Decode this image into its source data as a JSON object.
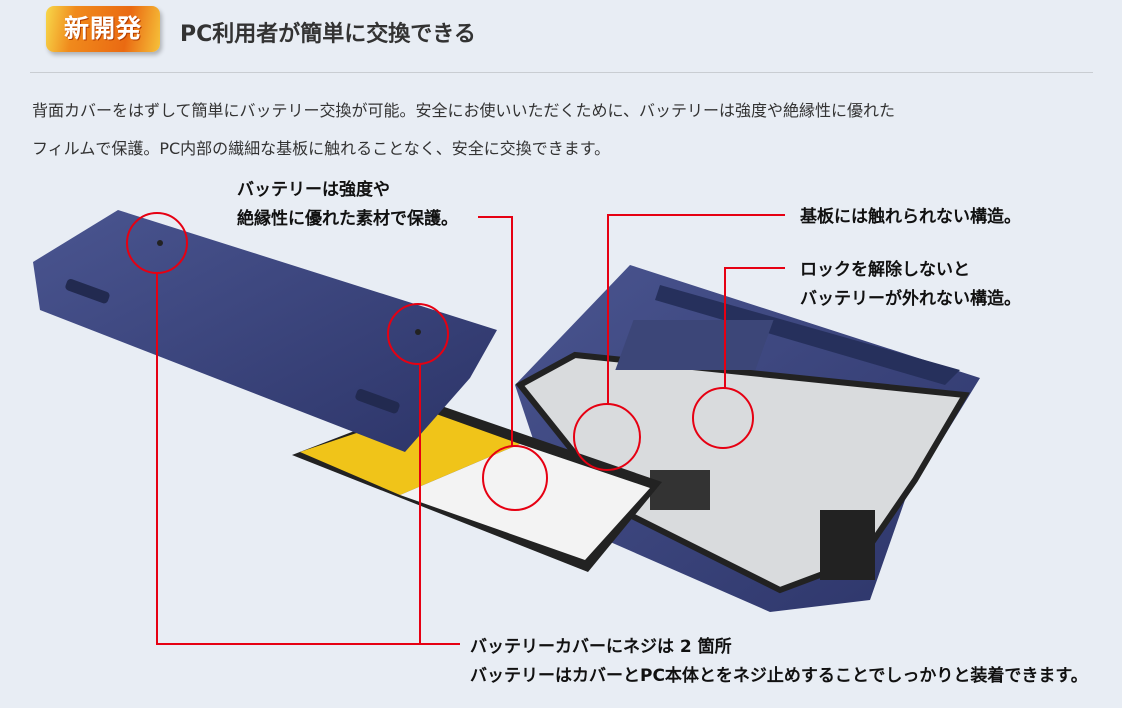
{
  "header": {
    "badge": "新開発",
    "title": "PC利用者が簡単に交換できる"
  },
  "description": [
    "背面カバーをはずして簡単にバッテリー交換が可能。安全にお使いいただくために、バッテリーは強度や絶縁性に優れた",
    "フィルムで保護。PC内部の繊細な基板に触れることなく、安全に交換できます。"
  ],
  "callouts": {
    "film": [
      "バッテリーは強度や",
      "絶縁性に優れた素材で保護。"
    ],
    "board": [
      "基板には触れられない構造。"
    ],
    "lock": [
      "ロックを解除しないと",
      "バッテリーが外れない構造。"
    ],
    "screws": [
      "バッテリーカバーにネジは 2 箇所",
      "バッテリーはカバーとPC本体とをネジ止めすることでしっかりと装着できます。"
    ]
  },
  "colors": {
    "accent": "#e60012",
    "background": "#e8edf4",
    "badge": "#ea6a12"
  }
}
